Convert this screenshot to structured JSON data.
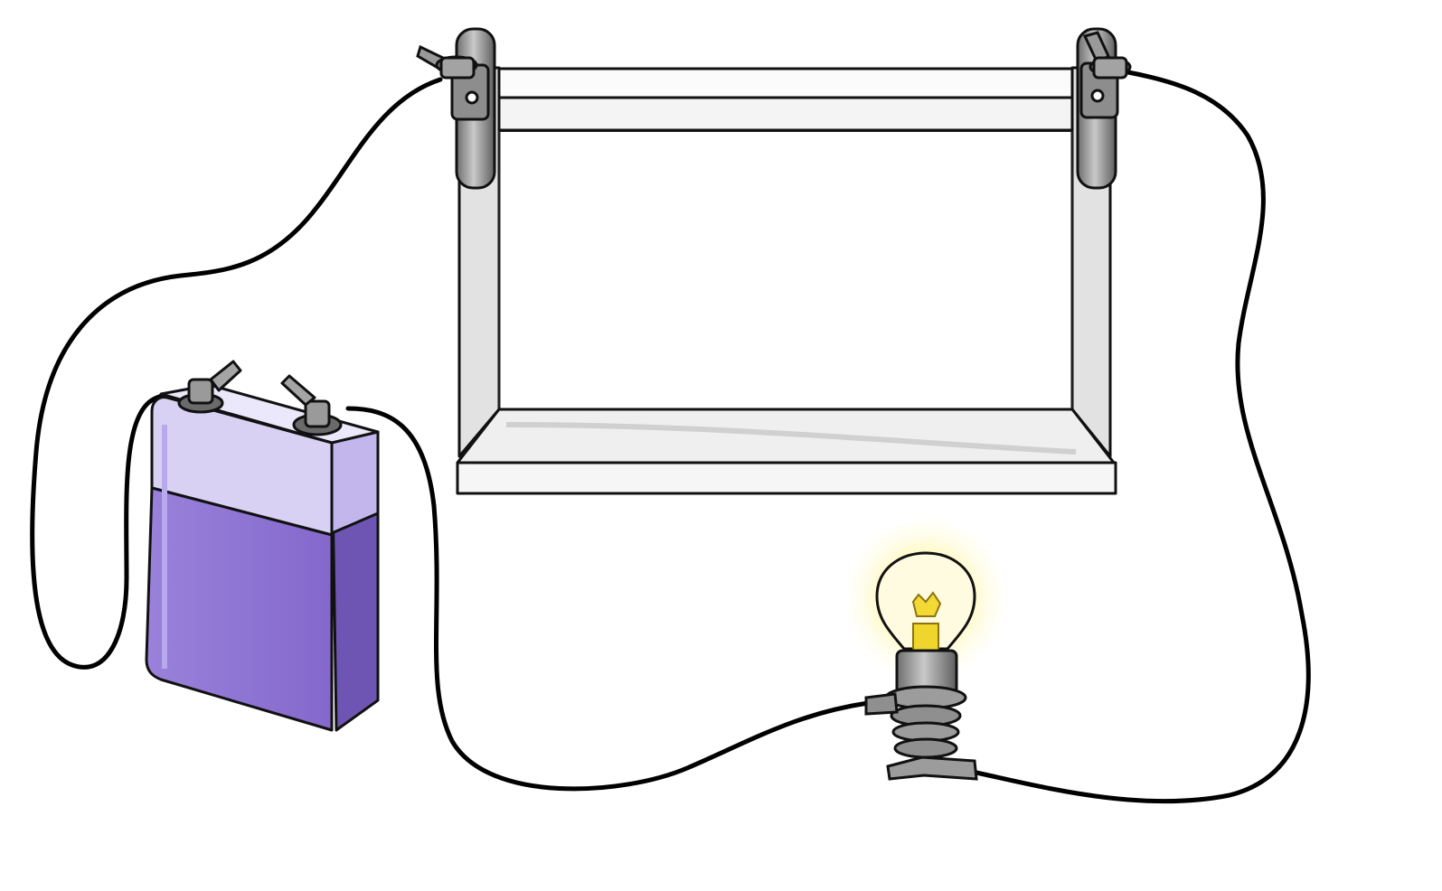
{
  "scene": {
    "description_labels": [],
    "colors": {
      "background": "#ffffff",
      "wire": "#000000",
      "battery_top": "#d9d1f4",
      "battery_body": "#8a6fd1",
      "battery_body_shade": "#6f55b3",
      "battery_cap": "#ece8fb",
      "clip_metal": "#8a8a8a",
      "clip_metal_light": "#c4c4c4",
      "tank_glass": "#f2f2f2",
      "tank_frame": "#d6d6d6",
      "bulb_glow": "#fff59a",
      "bulb_glass": "#fffbe0",
      "bulb_filament": "#e3c21a",
      "bulb_base": "#a9a9a9"
    },
    "components": [
      {
        "name": "battery",
        "icon": "battery-icon"
      },
      {
        "name": "tank",
        "icon": "glass-tank-icon"
      },
      {
        "name": "light-bulb",
        "icon": "light-bulb-icon",
        "state": "lit"
      },
      {
        "name": "left-clip",
        "icon": "electrode-clip-icon"
      },
      {
        "name": "right-clip",
        "icon": "electrode-clip-icon"
      }
    ]
  }
}
